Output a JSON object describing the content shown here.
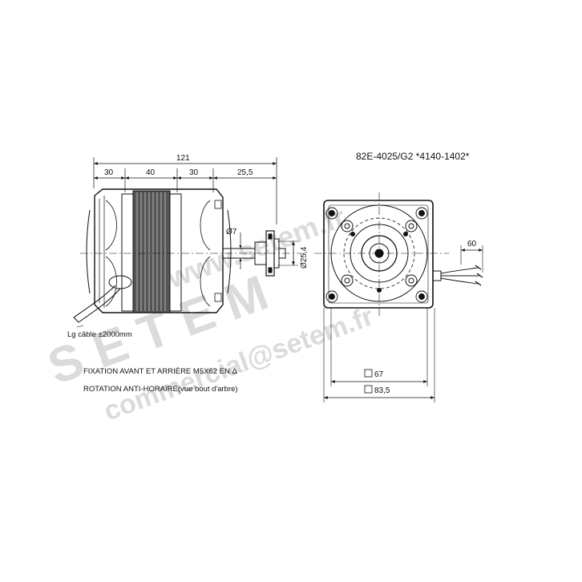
{
  "title": "82E-4025/G2  *4140-1402*",
  "side_view": {
    "dim_total": "121",
    "dim_segments": [
      "30",
      "40",
      "30",
      "25,5"
    ],
    "shaft_dia": "Ø7",
    "hub_dia": "Ø25,4",
    "cable_note": "Lg câble ±2000mm"
  },
  "front_view": {
    "dim_cable": "60",
    "dim_inner": "67",
    "dim_outer": "83,5"
  },
  "notes": {
    "fixation": "FIXATION AVANT ET ARRIÈRE M5X62 EN Δ",
    "rotation": "ROTATION ANTI-HORAIRE(vue bout d'arbre)"
  },
  "watermark": {
    "line1": "www.setem.fr",
    "line2": "SETEM",
    "line3": "commercial@setem.fr"
  },
  "colors": {
    "line": "#111111",
    "watermark": "#d8d8d8"
  }
}
